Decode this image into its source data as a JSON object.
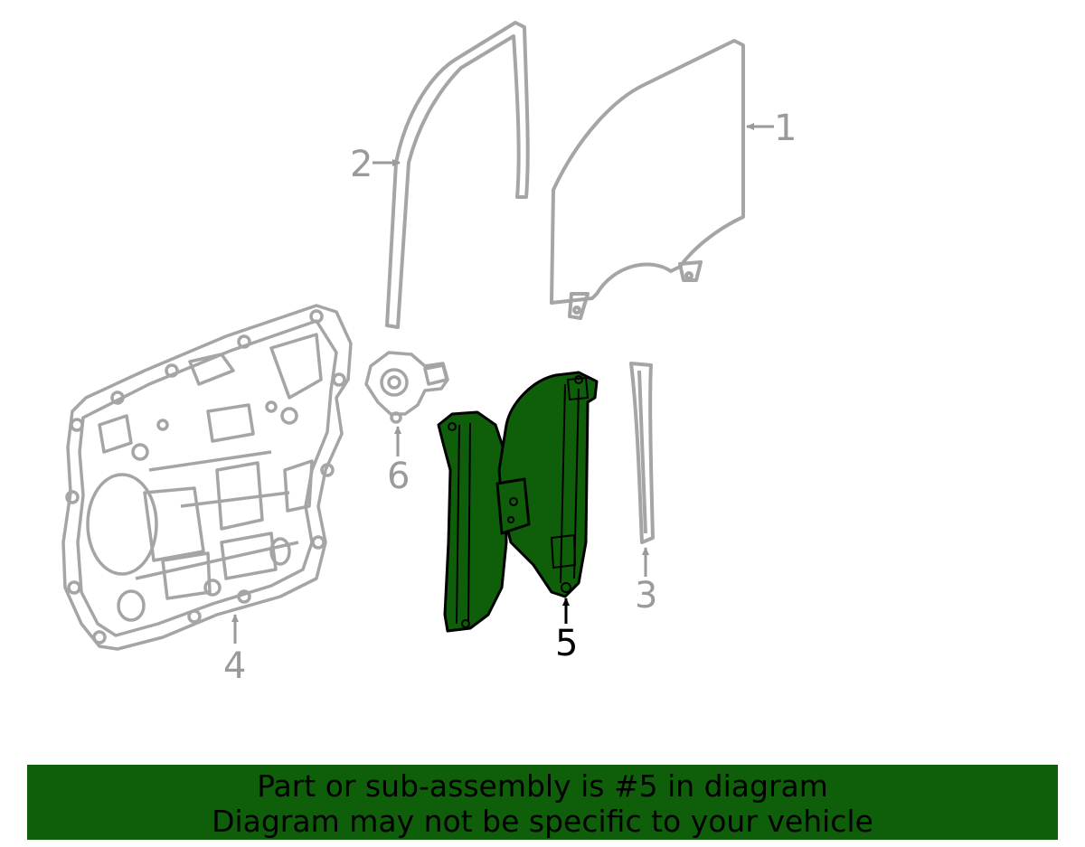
{
  "diagram": {
    "callouts": {
      "c1": "1",
      "c2": "2",
      "c3": "3",
      "c4": "4",
      "c5": "5",
      "c6": "6"
    },
    "highlighted_part": "5"
  },
  "banner": {
    "line1": "Part or sub-assembly is #5 in diagram",
    "line2": "Diagram may not be specific to your vehicle"
  },
  "colors": {
    "highlight_fill": "#0f5f0a",
    "banner_background": "#0f5f0a",
    "outline_gray": "#a5a5a5"
  }
}
